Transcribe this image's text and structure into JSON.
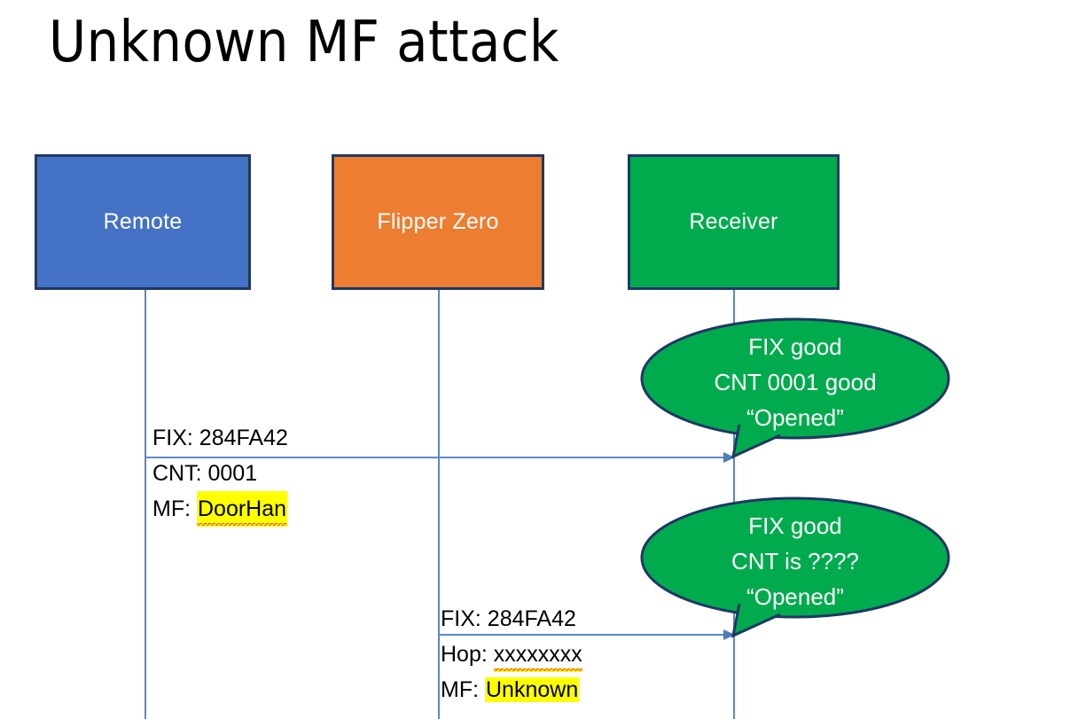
{
  "slide": {
    "title": "Unknown MF attack",
    "background": "#ffffff"
  },
  "colors": {
    "remote_fill": "#4472C4",
    "flipper_fill": "#ED7D31",
    "receiver_fill": "#00AB4E",
    "box_border": "#1F3864",
    "lifeline": "#5B87C7",
    "arrow": "#4A7EBB",
    "bubble_fill": "#00AB4E",
    "bubble_border": "#1F3864",
    "highlight": "#FFFF00",
    "spellcheck_underline": "#E03A2F",
    "text_dark": "#000000",
    "text_light": "#FFFFFF"
  },
  "actors": [
    {
      "id": "remote",
      "label": "Remote"
    },
    {
      "id": "flipper",
      "label": "Flipper Zero"
    },
    {
      "id": "receiver",
      "label": "Receiver"
    }
  ],
  "messages": [
    {
      "id": "msg-1",
      "from": "remote",
      "to": "receiver",
      "lines": [
        {
          "label": "FIX: ",
          "value": "284FA42",
          "highlight": false,
          "spellcheck_error": false
        },
        {
          "label": "CNT: ",
          "value": "0001",
          "highlight": false,
          "spellcheck_error": false
        },
        {
          "label": "MF: ",
          "value": "DoorHan",
          "highlight": true,
          "spellcheck_error": true
        }
      ]
    },
    {
      "id": "msg-2",
      "from": "flipper",
      "to": "receiver",
      "lines": [
        {
          "label": "FIX: ",
          "value": "284FA42",
          "highlight": false,
          "spellcheck_error": false
        },
        {
          "label": "Hop: ",
          "value": "xxxxxxxx",
          "highlight": true,
          "spellcheck_error": true
        },
        {
          "label": "MF: ",
          "value": "Unknown",
          "highlight": true,
          "spellcheck_error": false
        }
      ]
    }
  ],
  "bubbles": [
    {
      "id": "bubble-1",
      "owner": "receiver",
      "lines": [
        "FIX good",
        "CNT 0001 good",
        "“Opened”"
      ]
    },
    {
      "id": "bubble-2",
      "owner": "receiver",
      "lines": [
        "FIX good",
        "CNT is ????",
        "“Opened”"
      ]
    }
  ]
}
